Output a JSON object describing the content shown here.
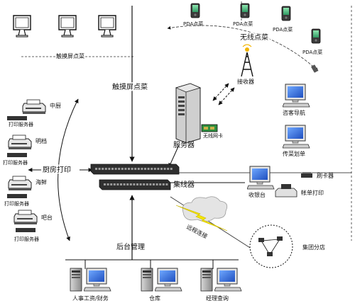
{
  "labels": {
    "touch_point_order_top": "触摸屏点菜",
    "touch_point_order_mid": "触摸屏点菜",
    "pda_order_1": "PDA点菜",
    "pda_order_2": "PDA点菜",
    "pda_order_3": "PDA点菜",
    "pda_order_4": "PDA点菜",
    "wireless_order": "无线点菜",
    "receiver": "接收器",
    "wireless_card": "无线网卡",
    "server": "服务器",
    "hub": "集线器",
    "kitchen_print": "厨房打印",
    "kitchen_zhong": "中厨",
    "kitchen_ming": "明档",
    "kitchen_hai": "海鲜",
    "kitchen_ba": "吧台",
    "print_server": "打印服务器",
    "guest_nav": "咨客导航",
    "dish_transfer": "传菜划单",
    "card_reader": "刷卡器",
    "checkout": "收银台",
    "bill_print": "帐单打印",
    "remote_link": "远程连接",
    "group_branch": "集团分店",
    "backend_mgmt": "后台管理",
    "hr_finance": "人事工资/财务",
    "warehouse": "仓库",
    "manager_query": "经理查询"
  }
}
